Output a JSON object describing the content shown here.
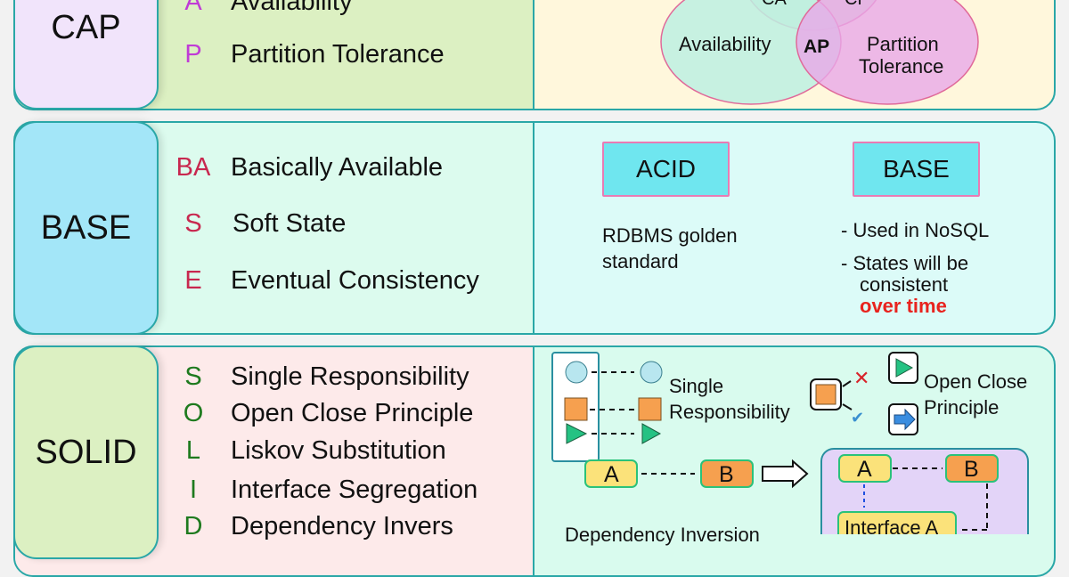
{
  "cap": {
    "title": "CAP",
    "items": [
      {
        "letter": "A",
        "text": "Availability"
      },
      {
        "letter": "P",
        "text": "Partition Tolerance"
      }
    ],
    "venn": {
      "availability": "Availability",
      "ap": "AP",
      "partition": "Partition",
      "tolerance": "Tolerance",
      "ca": "CA",
      "cp": "CP"
    },
    "letter_color": "#c03bd6"
  },
  "base": {
    "title": "BASE",
    "items": [
      {
        "letter": "BA",
        "text": "Basically Available"
      },
      {
        "letter": "S",
        "text": "Soft State"
      },
      {
        "letter": "E",
        "text": "Eventual Consistency"
      }
    ],
    "letter_color": "#c8284f",
    "acid_label": "ACID",
    "base_label": "BASE",
    "acid_desc_1": "RDBMS golden",
    "acid_desc_2": "standard",
    "base_desc_1": "- Used in NoSQL",
    "base_desc_2": "- States will be",
    "base_desc_3": "consistent",
    "base_desc_4": "over time",
    "highlight_color": "#e8231e"
  },
  "solid": {
    "title": "SOLID",
    "items": [
      {
        "letter": "S",
        "text": "Single Responsibility"
      },
      {
        "letter": "O",
        "text": "Open Close Principle"
      },
      {
        "letter": "L",
        "text": "Liskov Substitution"
      },
      {
        "letter": "I",
        "text": "Interface Segregation"
      },
      {
        "letter": "D",
        "text": "Dependency Invers"
      }
    ],
    "letter_color": "#1e7a1e",
    "srp_1": "Single",
    "srp_2": "Responsibility",
    "ocp_1": "Open Close",
    "ocp_2": "Principle",
    "a": "A",
    "b": "B",
    "interface_a": "Interface A",
    "dip": "Dependency Inversion"
  }
}
